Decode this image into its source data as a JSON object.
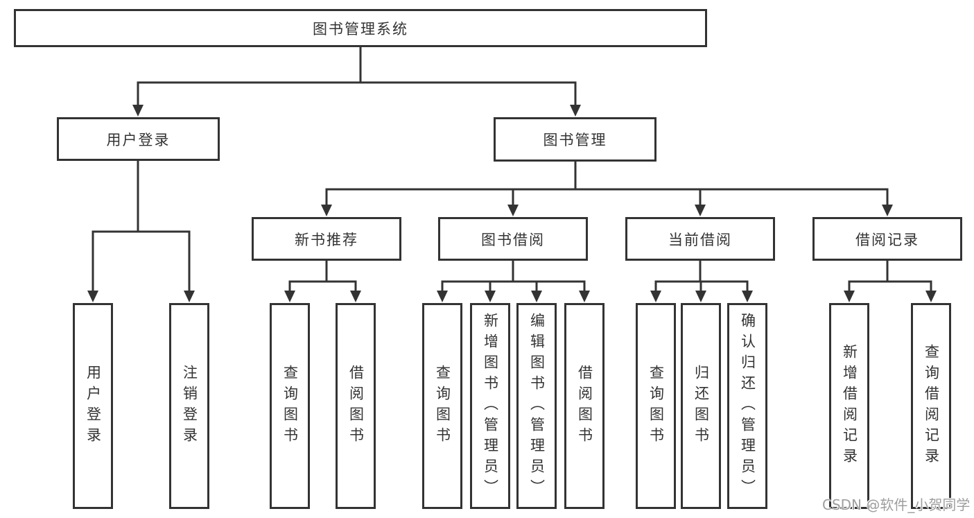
{
  "diagram": {
    "title": "图书管理系统",
    "root": {
      "label": "图书管理系统"
    },
    "level2": [
      {
        "label": "用户登录"
      },
      {
        "label": "图书管理"
      }
    ],
    "level3": [
      {
        "label": "新书推荐"
      },
      {
        "label": "图书借阅"
      },
      {
        "label": "当前借阅"
      },
      {
        "label": "借阅记录"
      }
    ],
    "leaves": {
      "user_login": [
        {
          "label": "用户登录"
        },
        {
          "label": "注销登录"
        }
      ],
      "new_book": [
        {
          "label": "查询图书"
        },
        {
          "label": "借阅图书"
        }
      ],
      "book_borrow": [
        {
          "label": "查询图书"
        },
        {
          "label": "新增图书（管理员）"
        },
        {
          "label": "编辑图书（管理员）"
        },
        {
          "label": "借阅图书"
        }
      ],
      "current_borrow": [
        {
          "label": "查询图书"
        },
        {
          "label": "归还图书"
        },
        {
          "label": "确认归还（管理员）"
        }
      ],
      "borrow_record": [
        {
          "label": "新增借阅记录"
        },
        {
          "label": "查询借阅记录"
        }
      ]
    }
  },
  "watermark": {
    "text": "CSDN @软件_小贺同学"
  },
  "colors": {
    "line": "#333333",
    "text": "#333333",
    "box_background": "#ffffff",
    "page_background": "#ffffff",
    "watermark": "#9e9e9e"
  }
}
